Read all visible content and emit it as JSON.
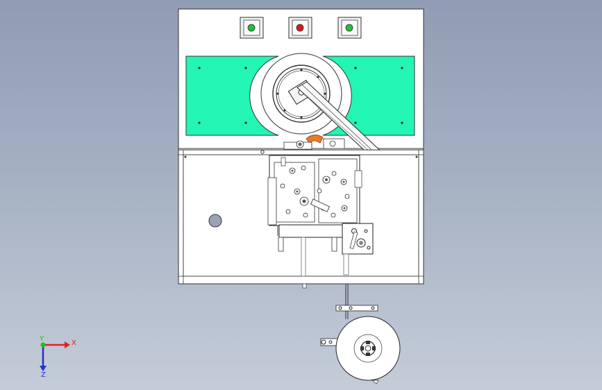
{
  "viewport": {
    "background_top": "#8f9cb3",
    "background_bottom": "#c4ccd8"
  },
  "control_panel": {
    "buttons": [
      {
        "name": "start-button",
        "lamp_color": "#22c033"
      },
      {
        "name": "stop-button",
        "lamp_color": "#d91a1a"
      },
      {
        "name": "run-button",
        "lamp_color": "#22c033"
      }
    ],
    "plate_color": "#22f5b4"
  },
  "triad": {
    "x_label": "X",
    "y_label": "Y",
    "z_label": "Z",
    "x_color": "#e02020",
    "y_color": "#20c020",
    "z_color": "#2030d0"
  }
}
